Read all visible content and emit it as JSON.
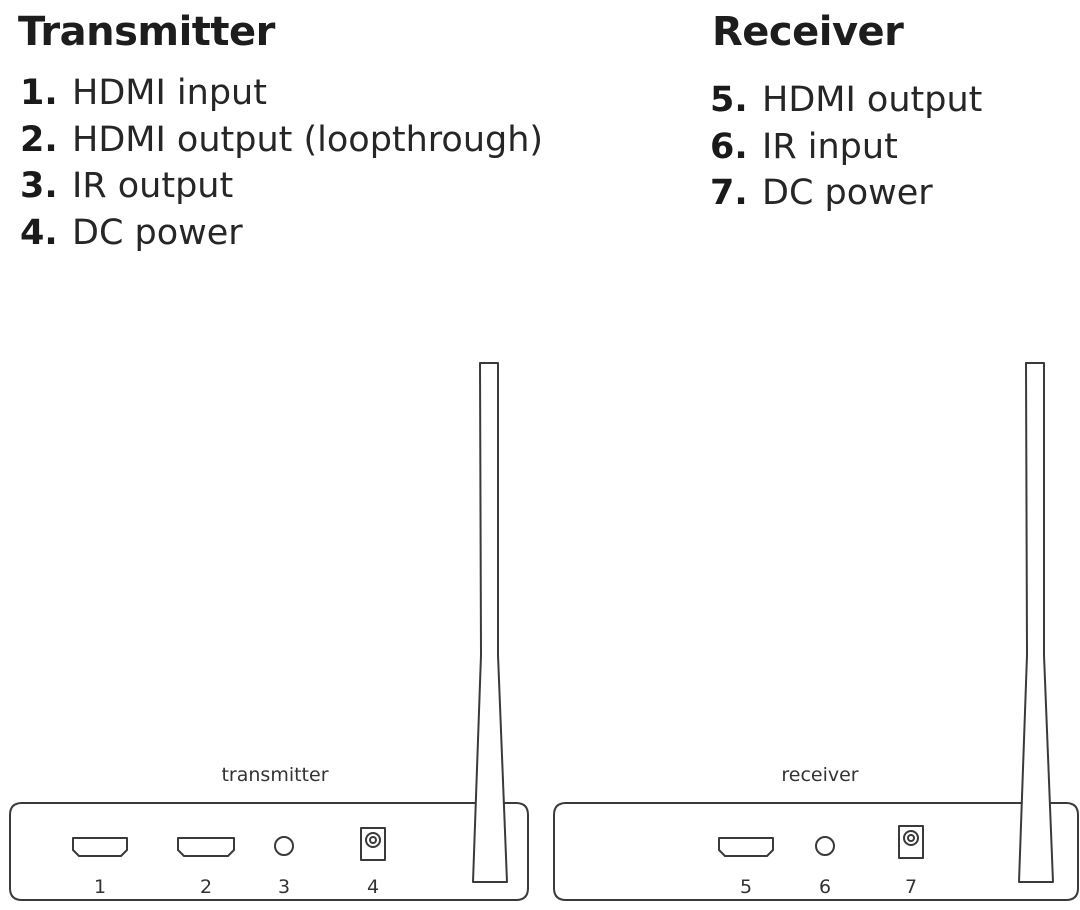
{
  "transmitter": {
    "title": "Transmitter",
    "items": [
      {
        "num": "1.",
        "label": "HDMI input"
      },
      {
        "num": "2.",
        "label": "HDMI output (loopthrough)"
      },
      {
        "num": "3.",
        "label": "IR output"
      },
      {
        "num": "4.",
        "label": "DC power"
      }
    ],
    "device_label": "transmitter",
    "port_numbers": [
      "1",
      "2",
      "3",
      "4"
    ]
  },
  "receiver": {
    "title": "Receiver",
    "items": [
      {
        "num": "5.",
        "label": "HDMI output"
      },
      {
        "num": "6.",
        "label": "IR input"
      },
      {
        "num": "7.",
        "label": "DC power"
      }
    ],
    "device_label": "receiver",
    "port_numbers": [
      "5",
      "6",
      "7"
    ]
  },
  "colors": {
    "stroke": "#3a3a3a",
    "background": "#ffffff",
    "text": "#222222"
  }
}
